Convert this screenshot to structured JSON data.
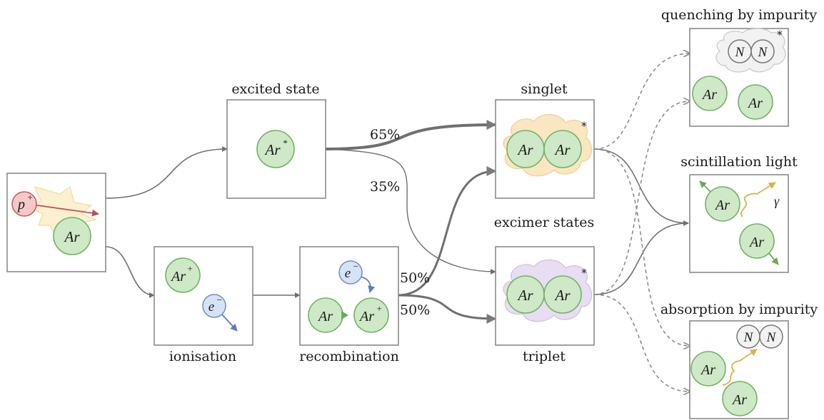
{
  "labels": {
    "excited_state": "excited state",
    "singlet": "singlet",
    "excimer_states": "excimer states",
    "triplet": "triplet",
    "ionisation": "ionisation",
    "recombination": "recombination",
    "quenching": "quenching by impurity",
    "scintillation": "scintillation light",
    "absorption": "absorption by impurity"
  },
  "percentages": {
    "excited_to_singlet": "65%",
    "excited_to_triplet": "35%",
    "recomb_to_singlet": "50%",
    "recomb_to_triplet": "50%"
  },
  "symbols": {
    "ar": "Ar",
    "ar_star_base": "Ar",
    "ar_star_sup": "*",
    "ar_plus_base": "Ar",
    "ar_plus_sup": "+",
    "proton_base": "p",
    "proton_sup": "+",
    "electron_base": "e",
    "electron_sup": "−",
    "nitrogen": "N",
    "gamma": "γ",
    "asterisk": "*"
  },
  "colors": {
    "argon_fill": "#cfe8c7",
    "proton_fill": "#f6c8c8",
    "electron_fill": "#d6e3f6",
    "nitrogen_fill": "#f2f2f2",
    "singlet_cloud": "#fbe6c2",
    "triplet_cloud": "#e8ddf2",
    "photon": "#d9b24a"
  }
}
